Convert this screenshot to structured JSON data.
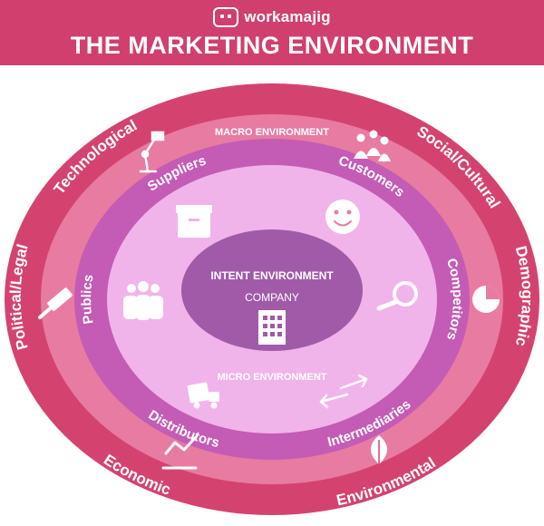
{
  "header": {
    "logo_text": "workamajig",
    "title": "THE MARKETING ENVIRONMENT"
  },
  "diagram": {
    "macro": {
      "label": "MACRO ENVIRONMENT",
      "forces": {
        "technological": "Technological",
        "social_cultural": "Social/Cultural",
        "demographic": "Demographic",
        "environmental": "Environmental",
        "economic": "Economic",
        "political_legal": "Political/Legal"
      }
    },
    "micro": {
      "label": "MICRO ENVIRONMENT",
      "actors": {
        "suppliers": "Suppliers",
        "customers": "Customers",
        "competitors": "Competitors",
        "intermediaries": "Intermediaries",
        "distributors": "Distributors",
        "publics": "Publics"
      }
    },
    "intent": {
      "label": "INTENT ENVIRONMENT",
      "company": "COMPANY"
    }
  },
  "colors": {
    "header": "#d13f6e",
    "outer_ring": "#d4436f",
    "macro_band": "#e87ba2",
    "micro_ring": "#c45bb5",
    "micro_inner": "#f0b4ea",
    "core": "#a15aa8"
  },
  "icons": {
    "technological": "robot-arm-icon",
    "social_cultural": "people-group-icon",
    "demographic": "pie-chart-icon",
    "environmental": "leaf-icon",
    "economic": "trend-line-icon",
    "political_legal": "gavel-icon",
    "suppliers": "box-icon",
    "customers": "smiley-icon",
    "competitors": "magnifier-icon",
    "intermediaries": "exchange-arrows-icon",
    "distributors": "truck-icon",
    "publics": "people-icon",
    "company": "building-icon"
  }
}
